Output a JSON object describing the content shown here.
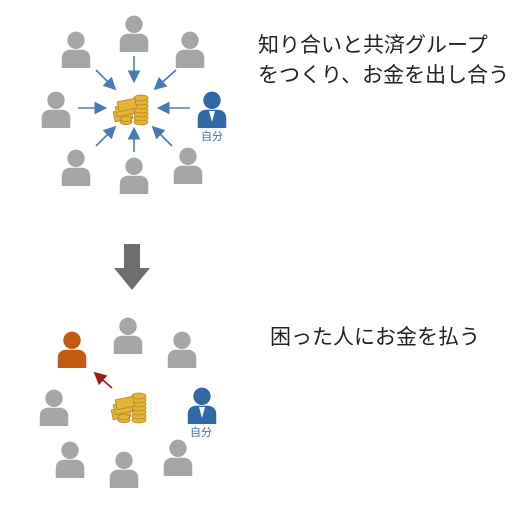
{
  "top": {
    "caption_lines": [
      "知り合いと共済グループ",
      "をつくり、お金を出し合う"
    ],
    "self_label": "自分"
  },
  "bottom": {
    "caption": "困った人にお金を払う",
    "self_label": "自分"
  },
  "colors": {
    "member": "#a6a6a6",
    "self": "#2f6aa6",
    "recipient": "#c45911",
    "arrow_in": "#4a7ab5",
    "arrow_out": "#9b1c1c",
    "down_arrow": "#6e6e6e",
    "coin": "#e2b53a"
  },
  "icons": [
    "person-icon",
    "self-person-icon",
    "recipient-person-icon",
    "coins-icon",
    "down-arrow-icon"
  ]
}
